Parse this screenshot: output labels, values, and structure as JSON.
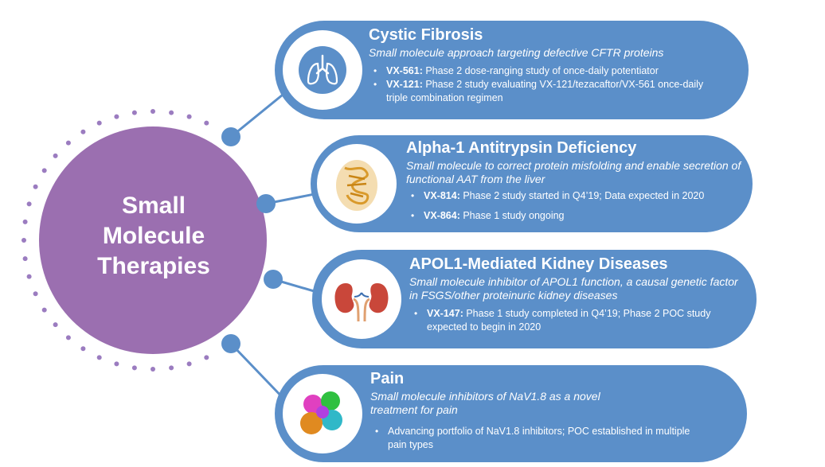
{
  "hub": {
    "lines": [
      "Small",
      "Molecule",
      "Therapies"
    ],
    "color": "#9b6fb0"
  },
  "accent_color": "#5b8fc9",
  "programs": [
    {
      "title": "Cystic Fibrosis",
      "subtitle": "Small molecule approach targeting defective CFTR proteins",
      "icon": "lungs-icon",
      "bullets": [
        {
          "code": "VX-561:",
          "text": " Phase 2 dose-ranging study of once-daily potentiator"
        },
        {
          "code": "VX-121:",
          "text": " Phase 2 study evaluating VX-121/tezacaftor/VX-561 once-daily triple combination regimen"
        }
      ]
    },
    {
      "title": "Alpha-1 Antitrypsin Deficiency",
      "subtitle": "Small molecule to correct protein misfolding and enable secretion of functional AAT from the liver",
      "icon": "protein-structure-icon",
      "bullets": [
        {
          "code": "VX-814:",
          "text": " Phase 2 study started in Q4’19; Data expected in 2020"
        },
        {
          "code": "VX-864:",
          "text": " Phase 1 study ongoing"
        }
      ]
    },
    {
      "title": "APOL1-Mediated Kidney Diseases",
      "subtitle": "Small molecule inhibitor of APOL1 function, a causal genetic factor in FSGS/other proteinuric kidney diseases",
      "icon": "kidneys-icon",
      "bullets": [
        {
          "code": "VX-147:",
          "text": " Phase 1 study completed in Q4’19; Phase 2 POC study expected to begin in 2020"
        }
      ]
    },
    {
      "title": "Pain",
      "subtitle": "Small molecule inhibitors of NaV1.8 as a novel treatment for pain",
      "icon": "nav-channel-structure-icon",
      "bullets": [
        {
          "code": "",
          "text": "Advancing portfolio of NaV1.8 inhibitors; POC established in multiple pain types"
        }
      ]
    }
  ]
}
